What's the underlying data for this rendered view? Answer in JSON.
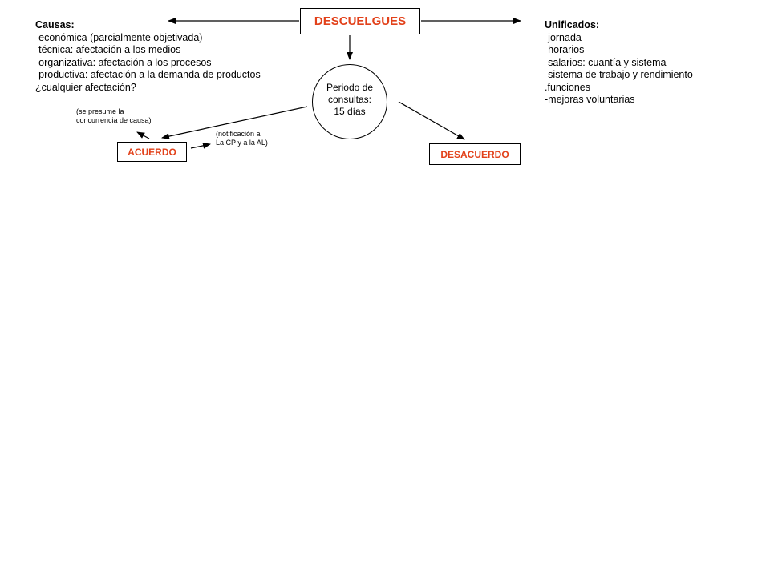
{
  "title": "DESCUELGUES",
  "causas": {
    "heading": "Causas:",
    "items": [
      "-económica (parcialmente objetivada)",
      "-técnica: afectación a los medios",
      "-organizativa: afectación a los procesos",
      "-productiva: afectación a la demanda de productos",
      "¿cualquier afectación?"
    ]
  },
  "unificados": {
    "heading": "Unificados:",
    "items": [
      "-jornada",
      "-horarios",
      "-salarios: cuantía y sistema",
      "-sistema de trabajo y rendimiento",
      ".funciones",
      "-mejoras voluntarias"
    ]
  },
  "periodo": {
    "lines": [
      "Periodo de",
      "consultas:",
      "15 días"
    ]
  },
  "acuerdo": {
    "label": "ACUERDO",
    "note_presume": [
      "(se presume la",
      "concurrencia de causa)"
    ],
    "note_notificacion": [
      "(notificación a",
      "La CP y a la AL)"
    ]
  },
  "desacuerdo": {
    "label": "DESACUERDO"
  },
  "colors": {
    "accent": "#e2411a",
    "line": "#000000"
  }
}
